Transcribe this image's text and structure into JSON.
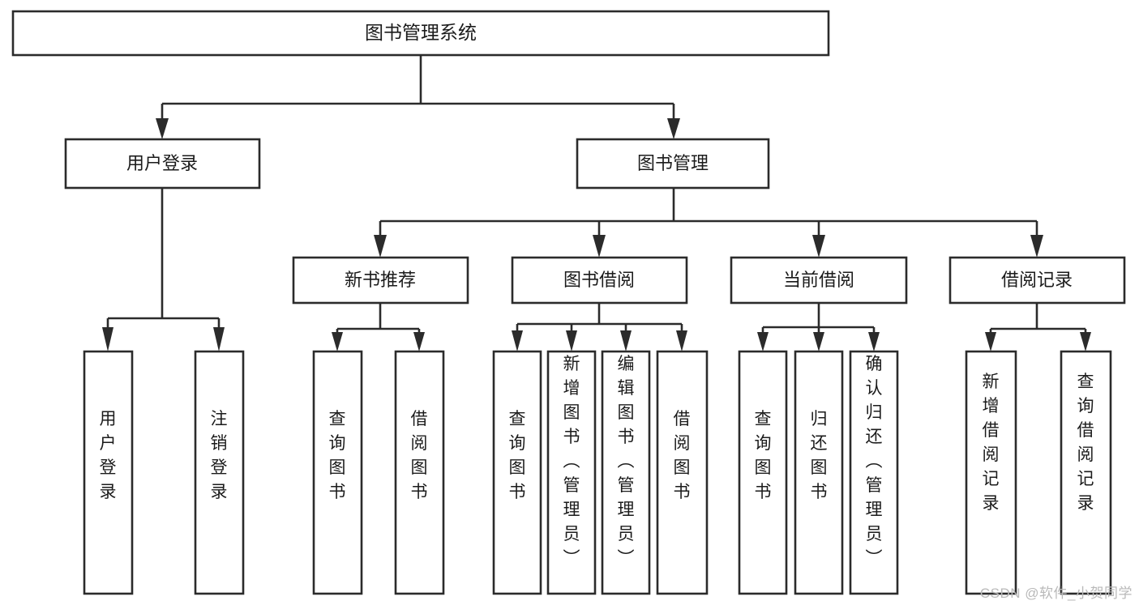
{
  "diagram": {
    "title": "图书管理系统",
    "type": "tree-hierarchy",
    "watermark": "CSDN @软件_小贺同学",
    "colors": {
      "box_stroke": "#2b2b2b",
      "box_fill": "#ffffff",
      "text": "#1b1b1b",
      "background": "#ffffff",
      "watermark": "#b9b9b9"
    },
    "levels": {
      "root": {
        "label": "图书管理系统"
      },
      "level2": [
        {
          "label": "用户登录"
        },
        {
          "label": "图书管理"
        }
      ],
      "level3": [
        {
          "label": "新书推荐"
        },
        {
          "label": "图书借阅"
        },
        {
          "label": "当前借阅"
        },
        {
          "label": "借阅记录"
        }
      ],
      "leaves": {
        "user_login": [
          {
            "label": "用户登录"
          },
          {
            "label": "注销登录"
          }
        ],
        "new_book_recommend": [
          {
            "label": "查询图书"
          },
          {
            "label": "借阅图书"
          }
        ],
        "book_borrow": [
          {
            "label": "查询图书"
          },
          {
            "label": "新增图书（管理员）"
          },
          {
            "label": "编辑图书（管理员）"
          },
          {
            "label": "借阅图书"
          }
        ],
        "current_borrow": [
          {
            "label": "查询图书"
          },
          {
            "label": "归还图书"
          },
          {
            "label": "确认归还（管理员）"
          }
        ],
        "borrow_record": [
          {
            "label": "新增借阅记录"
          },
          {
            "label": "查询借阅记录"
          }
        ]
      }
    }
  }
}
